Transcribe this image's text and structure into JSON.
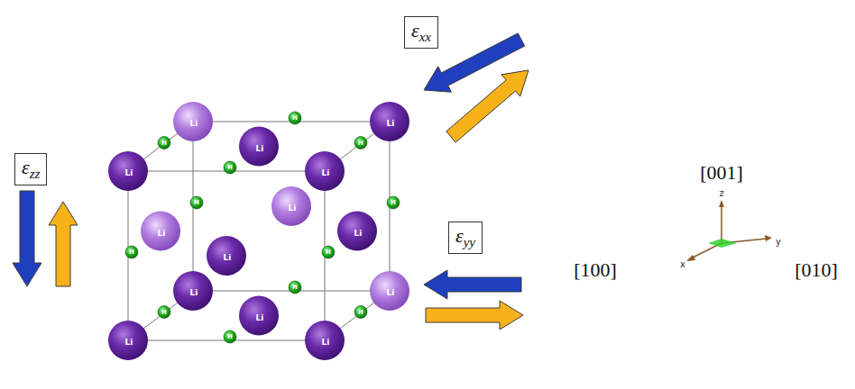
{
  "diagram": {
    "nodes": [
      {
        "text": [
          "εxx"
        ]
      },
      {
        "text": [
          "εzz"
        ]
      },
      {
        "text": [
          "εyy"
        ]
      }
    ],
    "labels": [
      "Li",
      "Li",
      "Li",
      "Li",
      "Li",
      "Li",
      "Li",
      "Li",
      "Li",
      "Li",
      "Li",
      "Li",
      "Li",
      "Li",
      "H",
      "H",
      "H",
      "H",
      "H",
      "H",
      "H",
      "H",
      "H",
      "H",
      "H",
      "H",
      "[001]",
      "[100]",
      "[010]",
      "z",
      "x",
      "y"
    ]
  }
}
